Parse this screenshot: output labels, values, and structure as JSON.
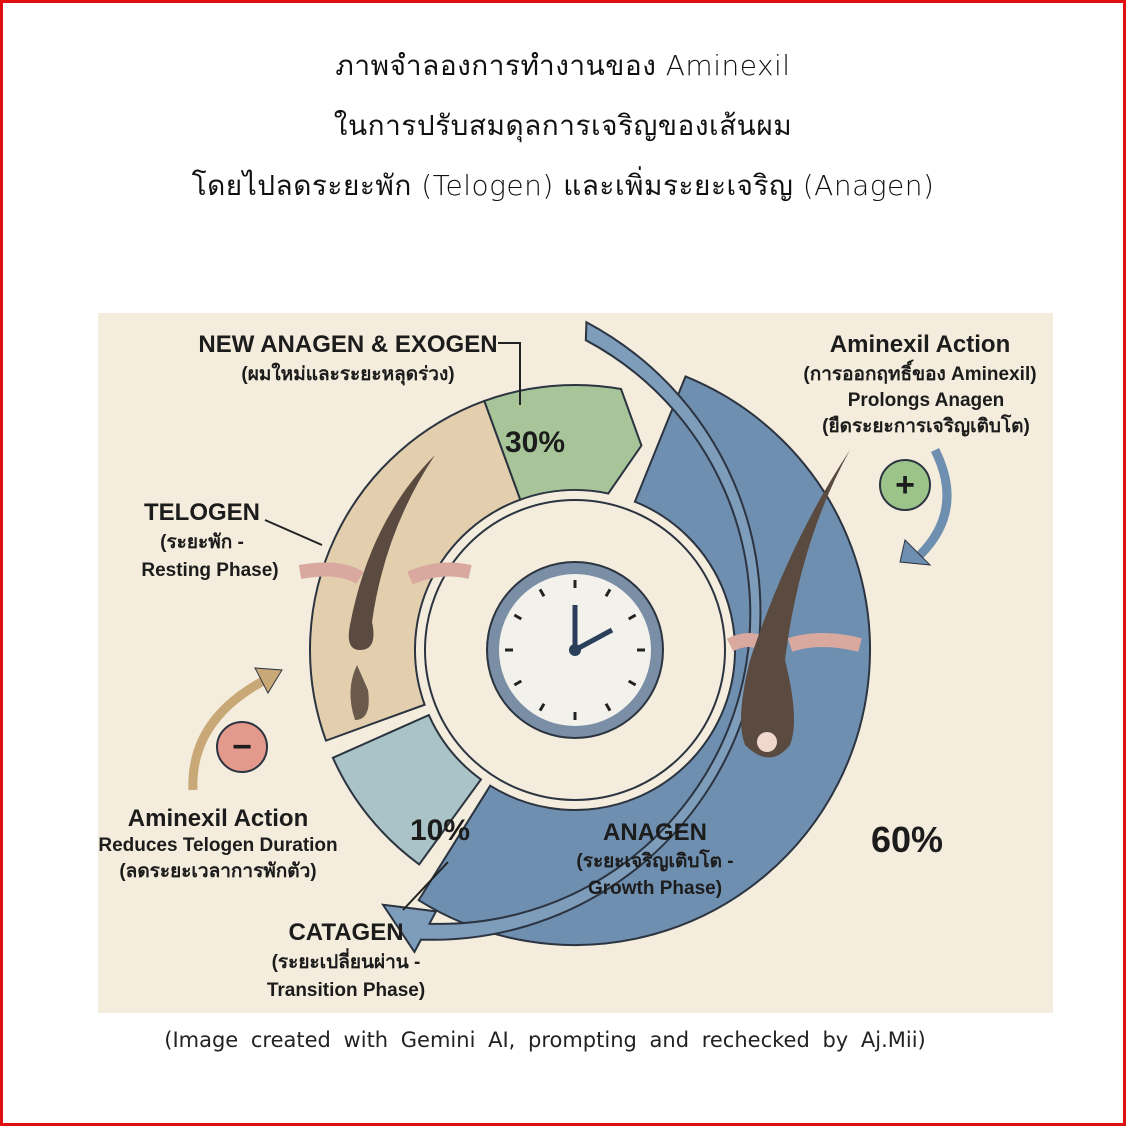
{
  "title": {
    "line1": "ภาพจำลองการทำงานของ  Aminexil",
    "line2": "ในการปรับสมดุลการเจริญของเส้นผม",
    "line3": "โดยไปลดระยะพัก  (Telogen)  และเพิ่มระยะเจริญ  (Anagen)"
  },
  "diagram": {
    "exogen": {
      "title": "NEW ANAGEN & EXOGEN",
      "thai": "(ผมใหม่และระยะหลุดร่วง)",
      "percent_label": "30%",
      "percent": 30
    },
    "telogen": {
      "title": "TELOGEN",
      "thai": "(ระยะพัก -",
      "english": "Resting Phase)"
    },
    "catagen": {
      "title": "CATAGEN",
      "thai": "(ระยะเปลี่ยนผ่าน -",
      "english": "Transition Phase)",
      "percent_label": "10%",
      "percent": 10
    },
    "anagen": {
      "title": "ANAGEN",
      "thai": "(ระยะเจริญเติบโต -",
      "english": "Growth Phase)",
      "percent_label": "60%",
      "percent": 60
    },
    "action_prolong": {
      "title": "Aminexil Action",
      "thai": "(การออกฤทธิ์ของ Aminexil)",
      "english": "Prolongs Anagen",
      "thai2": "(ยืดระยะการเจริญเติบโต)",
      "sign": "+"
    },
    "action_reduce": {
      "title": "Aminexil Action",
      "english": "Reduces Telogen Duration",
      "thai": "(ลดระยะเวลาการพักตัว)",
      "sign": "−"
    },
    "colors": {
      "anagen": "#6f8fb0",
      "catagen": "#a9c3c6",
      "telogen": "#e3cfae",
      "exogen": "#a8c59a",
      "background": "#f4ecdc",
      "plus": "#9cc48a",
      "minus": "#e39a8c"
    }
  },
  "caption": "(Image  created  with  Gemini  AI,  prompting  and  rechecked  by  Aj.Mii)"
}
